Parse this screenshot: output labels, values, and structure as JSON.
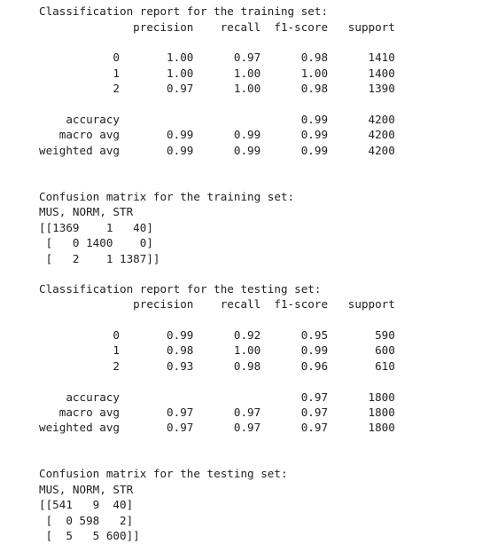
{
  "output": {
    "train_report_title": "Classification report for the training set:",
    "train_report_header": "              precision    recall  f1-score   support",
    "train_row_0": "           0       1.00      0.97      0.98      1410",
    "train_row_1": "           1       1.00      1.00      1.00      1400",
    "train_row_2": "           2       0.97      1.00      0.98      1390",
    "train_accuracy": "    accuracy                           0.99      4200",
    "train_macro": "   macro avg       0.99      0.99      0.99      4200",
    "train_weighted": "weighted avg       0.99      0.99      0.99      4200",
    "train_cm_title": "Confusion matrix for the training set:",
    "train_cm_labels": "MUS, NORM, STR",
    "train_cm_row_0": "[[1369    1   40]",
    "train_cm_row_1": " [   0 1400    0]",
    "train_cm_row_2": " [   2    1 1387]]",
    "test_report_title": "Classification report for the testing set:",
    "test_report_header": "              precision    recall  f1-score   support",
    "test_row_0": "           0       0.99      0.92      0.95       590",
    "test_row_1": "           1       0.98      1.00      0.99       600",
    "test_row_2": "           2       0.93      0.98      0.96       610",
    "test_accuracy": "    accuracy                           0.97      1800",
    "test_macro": "   macro avg       0.97      0.97      0.97      1800",
    "test_weighted": "weighted avg       0.97      0.97      0.97      1800",
    "test_cm_title": "Confusion matrix for the testing set:",
    "test_cm_labels": "MUS, NORM, STR",
    "test_cm_row_0": "[[541   9  40]",
    "test_cm_row_1": " [  0 598   2]",
    "test_cm_row_2": " [  5   5 600]]"
  }
}
